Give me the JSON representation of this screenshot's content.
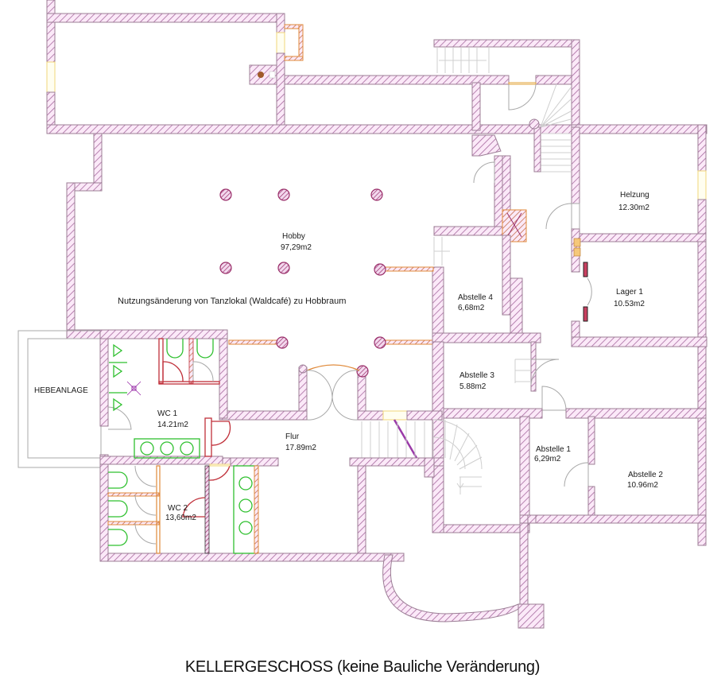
{
  "drawing": {
    "title": "KELLERGESCHOSS  (keine Bauliche Veränderung)",
    "annotation": "Nutzungsänderung von Tanzlokal (Waldcafé) zu Hobbraum",
    "colors": {
      "wall_stroke": "#9c7f96",
      "wall_hatch": "#b07aa8",
      "wall_fill": "#fbe9f8",
      "column": "#9a2f6a",
      "window": "#f0d77a",
      "new_wall": "#e08a3a",
      "sanitary": "#2fc02f",
      "partition": "#c0303a"
    },
    "rooms": [
      {
        "id": "hobby",
        "name": "Hobby",
        "area": "97,29m2"
      },
      {
        "id": "heizung",
        "name": "Helzung",
        "area": "12.30m2"
      },
      {
        "id": "lager1",
        "name": "Lager 1",
        "area": "10.53m2"
      },
      {
        "id": "abstelle4",
        "name": "Abstelle 4",
        "area": "6,68m2"
      },
      {
        "id": "abstelle3",
        "name": "Abstelle 3",
        "area": "5.88m2"
      },
      {
        "id": "abstelle1",
        "name": "Abstelle 1",
        "area": "6,29m2"
      },
      {
        "id": "abstelle2",
        "name": "Abstelle 2",
        "area": "10.96m2"
      },
      {
        "id": "wc1",
        "name": "WC 1",
        "area": "14.21m2"
      },
      {
        "id": "wc2",
        "name": "WC 2",
        "area": "13,60m2"
      },
      {
        "id": "flur",
        "name": "Flur",
        "area": "17.89m2"
      },
      {
        "id": "hebeanlage",
        "name": "HEBEANLAGE",
        "area": ""
      }
    ]
  }
}
